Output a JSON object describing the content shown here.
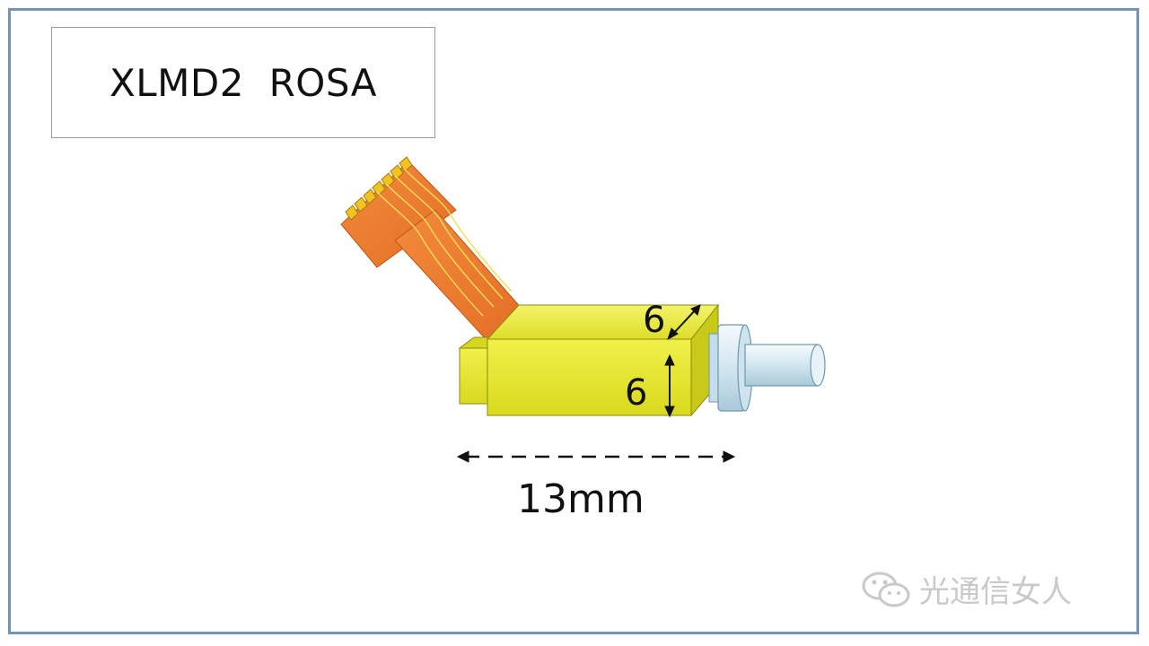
{
  "title": "XLMD2  ROSA",
  "labels": {
    "depth": "6",
    "height": "6",
    "length": "13mm"
  },
  "watermark": {
    "text": "光通信女人",
    "icon": "wechat-icon"
  },
  "colors": {
    "frame": "#7593b3",
    "body": "#e6e62a",
    "flex_cable": "#ee7a2e",
    "connector": "#d7e9f2"
  }
}
